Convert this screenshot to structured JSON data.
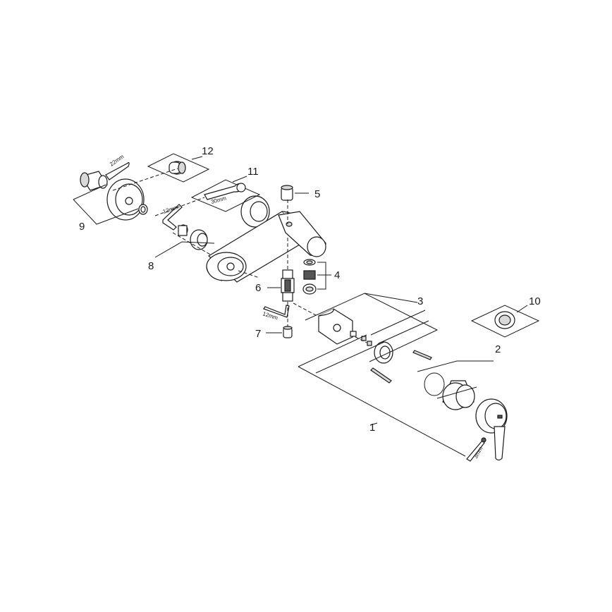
{
  "callouts": {
    "p1": "1",
    "p2": "2",
    "p3": "3",
    "p4": "4",
    "p5": "5",
    "p6": "6",
    "p7": "7",
    "p8": "8",
    "p9": "9",
    "p10": "10",
    "p11": "11",
    "p12": "12"
  },
  "tool_sizes": {
    "wrench_22": "22mm",
    "hex_key_12_a": "12mm",
    "spanner_30": "30mm",
    "hex_key_12_b": "12mm",
    "hex_key_3": "3mm"
  }
}
